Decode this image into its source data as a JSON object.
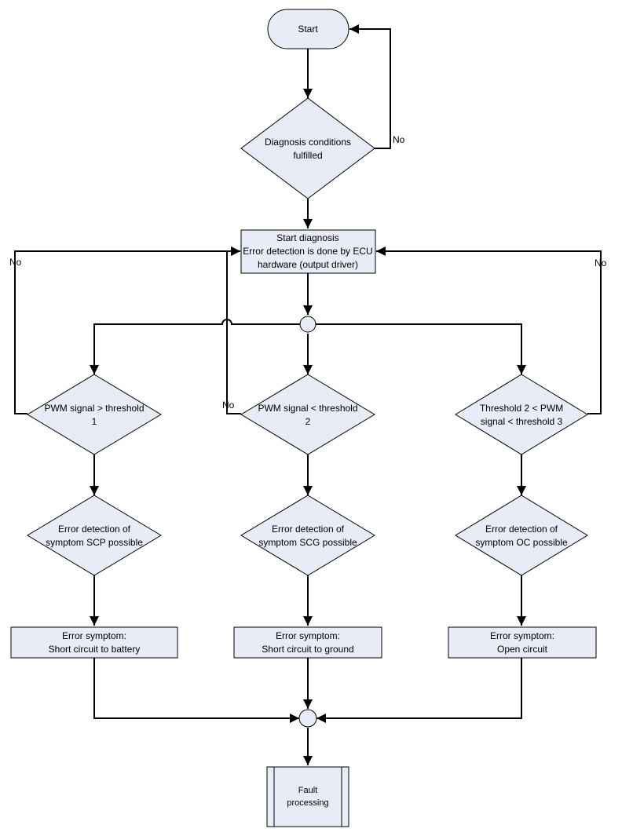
{
  "nodes": {
    "start": "Start",
    "diag_cond": [
      "Diagnosis conditions",
      "fulfilled"
    ],
    "start_diag": [
      "Start diagnosis",
      "Error detection is done by ECU",
      "hardware (output driver)"
    ],
    "pwm_gt": [
      "PWM signal > threshold",
      "1"
    ],
    "pwm_lt": [
      "PWM signal < threshold",
      "2"
    ],
    "pwm_range": [
      "Threshold 2 < PWM",
      "signal < threshold 3"
    ],
    "scp_check": [
      "Error detection of",
      "symptom SCP possible"
    ],
    "scg_check": [
      "Error detection of",
      "symptom SCG possible"
    ],
    "oc_check": [
      "Error detection of",
      "symptom OC possible"
    ],
    "scp_symptom": [
      "Error symptom:",
      "Short circuit to battery"
    ],
    "scg_symptom": [
      "Error symptom:",
      "Short circuit to ground"
    ],
    "oc_symptom": [
      "Error symptom:",
      "Open circuit"
    ],
    "fault": [
      "Fault",
      "processing"
    ]
  },
  "edge_labels": {
    "no_diag": "No",
    "no_left": "No",
    "no_middle": "No",
    "no_right": "No"
  },
  "colors": {
    "shape_fill": "#e8ecf6",
    "stroke": "#000000"
  }
}
